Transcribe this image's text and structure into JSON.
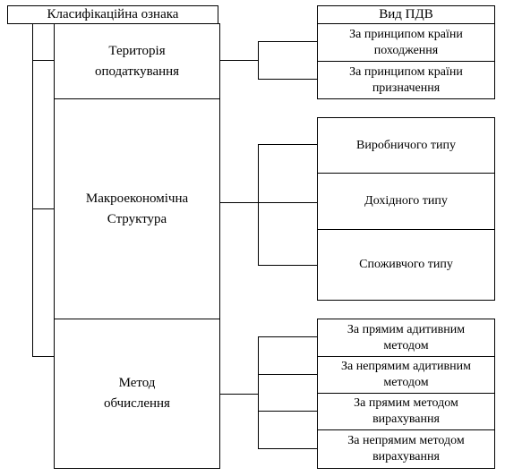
{
  "header": {
    "left": "Класифікаційна ознака",
    "right": "Вид ПДВ"
  },
  "groups": [
    {
      "label": "Територія\nоподаткування",
      "types": [
        "За принципом країни\nпоходження",
        "За принципом країни\nпризначення"
      ]
    },
    {
      "label": "Макроекономічна\nСтруктура",
      "types": [
        "Виробничого типу",
        "Дохідного типу",
        "Споживчого типу"
      ]
    },
    {
      "label": "Метод\nобчислення",
      "types": [
        "За прямим адитивним\nметодом",
        "За непрямим адитивним\nметодом",
        "За прямим методом\nвирахування",
        "За непрямим методом\nвирахування"
      ]
    }
  ]
}
